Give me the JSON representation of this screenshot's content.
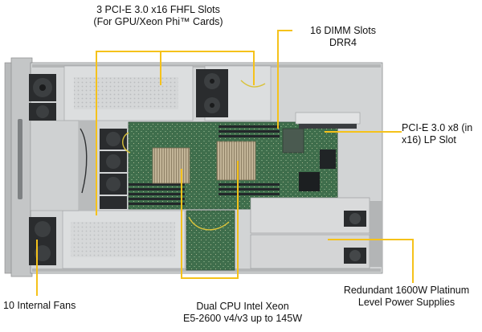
{
  "callouts": {
    "pcie_x16": {
      "line1": "3 PCI-E 3.0 x16 FHFL Slots",
      "line2": "(For GPU/Xeon Phi™ Cards)"
    },
    "dimm": {
      "line1": "16 DIMM Slots",
      "line2": "DRR4"
    },
    "pcie_lp": {
      "line1": "PCI-E 3.0 x8 (in",
      "line2": "x16) LP Slot"
    },
    "fans": {
      "line1": "10 Internal Fans"
    },
    "cpu": {
      "line1": "Dual CPU Intel Xeon",
      "line2": "E5-2600 v4/v3 up to 145W"
    },
    "psu": {
      "line1": "Redundant 1600W Platinum",
      "line2": "Level Power Supplies"
    }
  },
  "colors": {
    "callout_line": "#f5c21b",
    "chassis": "#c9cbcc",
    "chassis_dark": "#8d9092",
    "pcb": "#3d6b4a",
    "dimm": "#2b2f33",
    "heatsink": "#b9a98f",
    "fan": "#2a2c2e",
    "psu": "#d8d9da"
  }
}
